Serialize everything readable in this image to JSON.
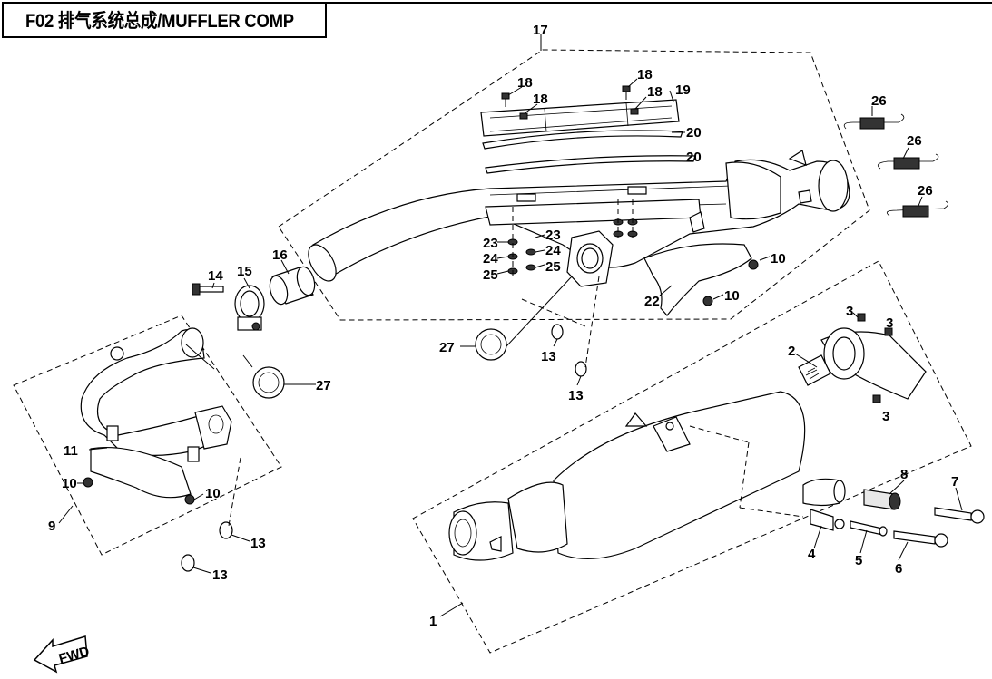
{
  "title": "F02 排气系统总成/MUFFLER COMP",
  "fwd_label": "FWD",
  "callouts": {
    "c1": "1",
    "c2": "2",
    "c3a": "3",
    "c3b": "3",
    "c3c": "3",
    "c4": "4",
    "c5": "5",
    "c6": "6",
    "c7": "7",
    "c8": "8",
    "c9": "9",
    "c10a": "10",
    "c10b": "10",
    "c10c": "10",
    "c10d": "10",
    "c11": "11",
    "c13a": "13",
    "c13b": "13",
    "c13c": "13",
    "c13d": "13",
    "c14": "14",
    "c15": "15",
    "c16": "16",
    "c17": "17",
    "c18a": "18",
    "c18b": "18",
    "c18c": "18",
    "c18d": "18",
    "c19": "19",
    "c20a": "20",
    "c20b": "20",
    "c22": "22",
    "c23a": "23",
    "c23b": "23",
    "c24a": "24",
    "c24b": "24",
    "c25a": "25",
    "c25b": "25",
    "c26a": "26",
    "c26b": "26",
    "c26c": "26",
    "c27a": "27",
    "c27b": "27"
  }
}
